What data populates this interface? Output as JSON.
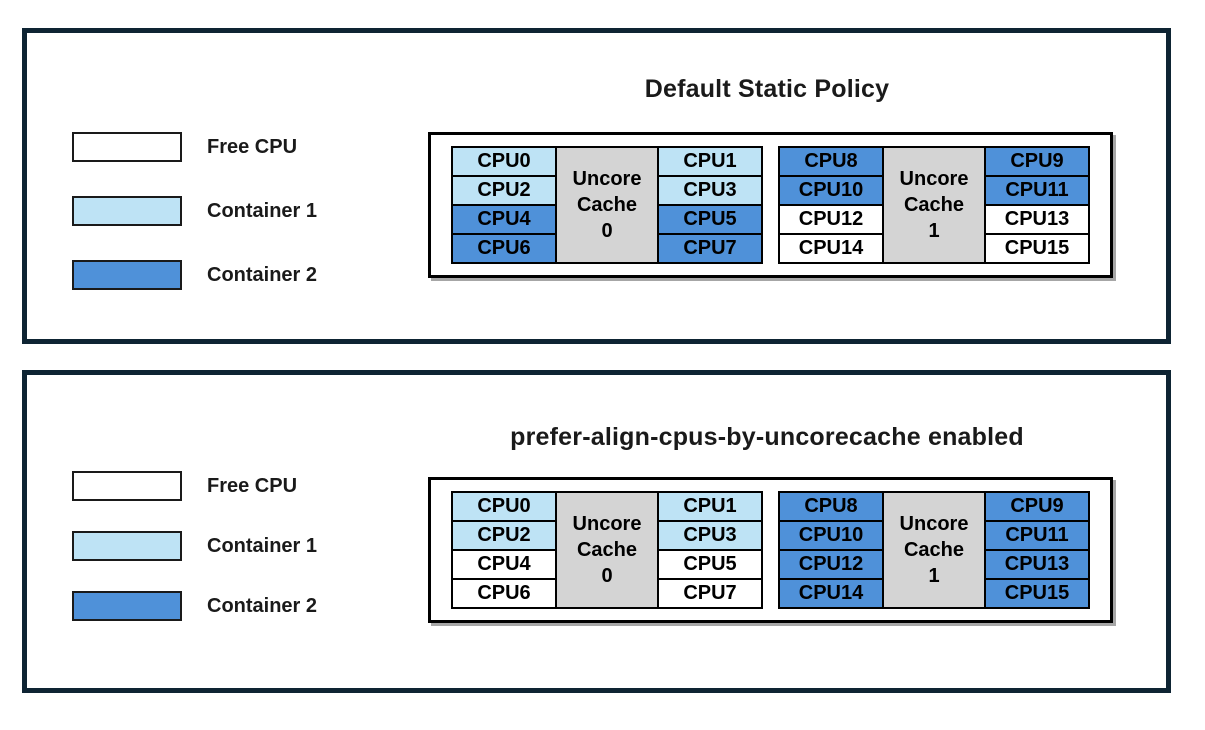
{
  "colors": {
    "free": "#ffffff",
    "container1": "#bee3f5",
    "container2": "#4f91d9",
    "cache_bg": "#d4d4d4",
    "panel_border": "#0e2433"
  },
  "legend": {
    "items": [
      {
        "label": "Free CPU",
        "type": "free"
      },
      {
        "label": "Container 1",
        "type": "container1"
      },
      {
        "label": "Container 2",
        "type": "container2"
      }
    ]
  },
  "panels": [
    {
      "title": "Default Static Policy",
      "groups": [
        {
          "cache_lines": [
            "Uncore",
            "Cache",
            "0"
          ],
          "left_cpus": [
            {
              "label": "CPU0",
              "type": "container1"
            },
            {
              "label": "CPU2",
              "type": "container1"
            },
            {
              "label": "CPU4",
              "type": "container2"
            },
            {
              "label": "CPU6",
              "type": "container2"
            }
          ],
          "right_cpus": [
            {
              "label": "CPU1",
              "type": "container1"
            },
            {
              "label": "CPU3",
              "type": "container1"
            },
            {
              "label": "CPU5",
              "type": "container2"
            },
            {
              "label": "CPU7",
              "type": "container2"
            }
          ]
        },
        {
          "cache_lines": [
            "Uncore",
            "Cache",
            "1"
          ],
          "left_cpus": [
            {
              "label": "CPU8",
              "type": "container2"
            },
            {
              "label": "CPU10",
              "type": "container2"
            },
            {
              "label": "CPU12",
              "type": "free"
            },
            {
              "label": "CPU14",
              "type": "free"
            }
          ],
          "right_cpus": [
            {
              "label": "CPU9",
              "type": "container2"
            },
            {
              "label": "CPU11",
              "type": "container2"
            },
            {
              "label": "CPU13",
              "type": "free"
            },
            {
              "label": "CPU15",
              "type": "free"
            }
          ]
        }
      ]
    },
    {
      "title": "prefer-align-cpus-by-uncorecache enabled",
      "groups": [
        {
          "cache_lines": [
            "Uncore",
            "Cache",
            "0"
          ],
          "left_cpus": [
            {
              "label": "CPU0",
              "type": "container1"
            },
            {
              "label": "CPU2",
              "type": "container1"
            },
            {
              "label": "CPU4",
              "type": "free"
            },
            {
              "label": "CPU6",
              "type": "free"
            }
          ],
          "right_cpus": [
            {
              "label": "CPU1",
              "type": "container1"
            },
            {
              "label": "CPU3",
              "type": "container1"
            },
            {
              "label": "CPU5",
              "type": "free"
            },
            {
              "label": "CPU7",
              "type": "free"
            }
          ]
        },
        {
          "cache_lines": [
            "Uncore",
            "Cache",
            "1"
          ],
          "left_cpus": [
            {
              "label": "CPU8",
              "type": "container2"
            },
            {
              "label": "CPU10",
              "type": "container2"
            },
            {
              "label": "CPU12",
              "type": "container2"
            },
            {
              "label": "CPU14",
              "type": "container2"
            }
          ],
          "right_cpus": [
            {
              "label": "CPU9",
              "type": "container2"
            },
            {
              "label": "CPU11",
              "type": "container2"
            },
            {
              "label": "CPU13",
              "type": "container2"
            },
            {
              "label": "CPU15",
              "type": "container2"
            }
          ]
        }
      ]
    }
  ]
}
